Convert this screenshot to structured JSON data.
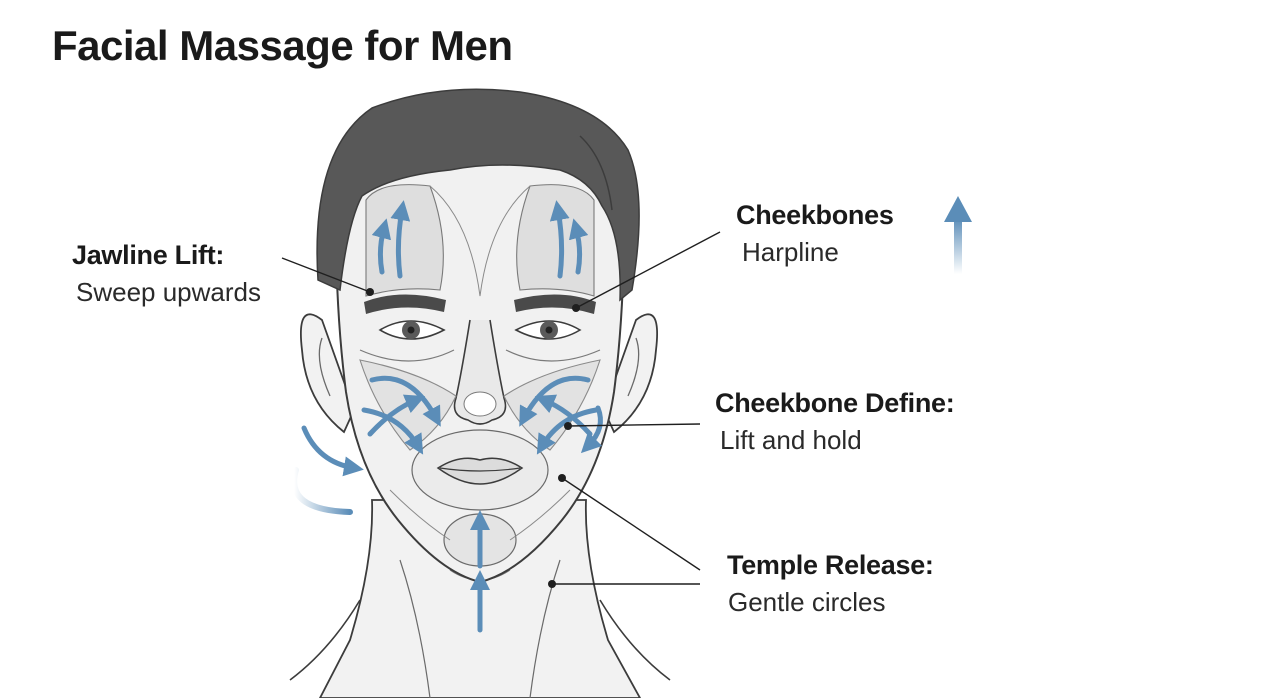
{
  "title": "Facial Massage for Men",
  "labels": {
    "jawline": {
      "heading": "Jawline Lift:",
      "detail": "Sweep upwards"
    },
    "cheekbones": {
      "heading": "Cheekbones",
      "detail": "Harpline"
    },
    "define": {
      "heading": "Cheekbone Define:",
      "detail": "Lift and hold"
    },
    "temple": {
      "heading": "Temple Release:",
      "detail": "Gentle circles"
    }
  },
  "colors": {
    "arrow": "#5b8db8",
    "hair": "#585858",
    "skin_line": "#3c3c3c",
    "face_fill": "#f1f1f1",
    "shade": "#dcdcdc"
  },
  "icons": [
    "up-arrow-icon",
    "massage-arrow-icon"
  ]
}
